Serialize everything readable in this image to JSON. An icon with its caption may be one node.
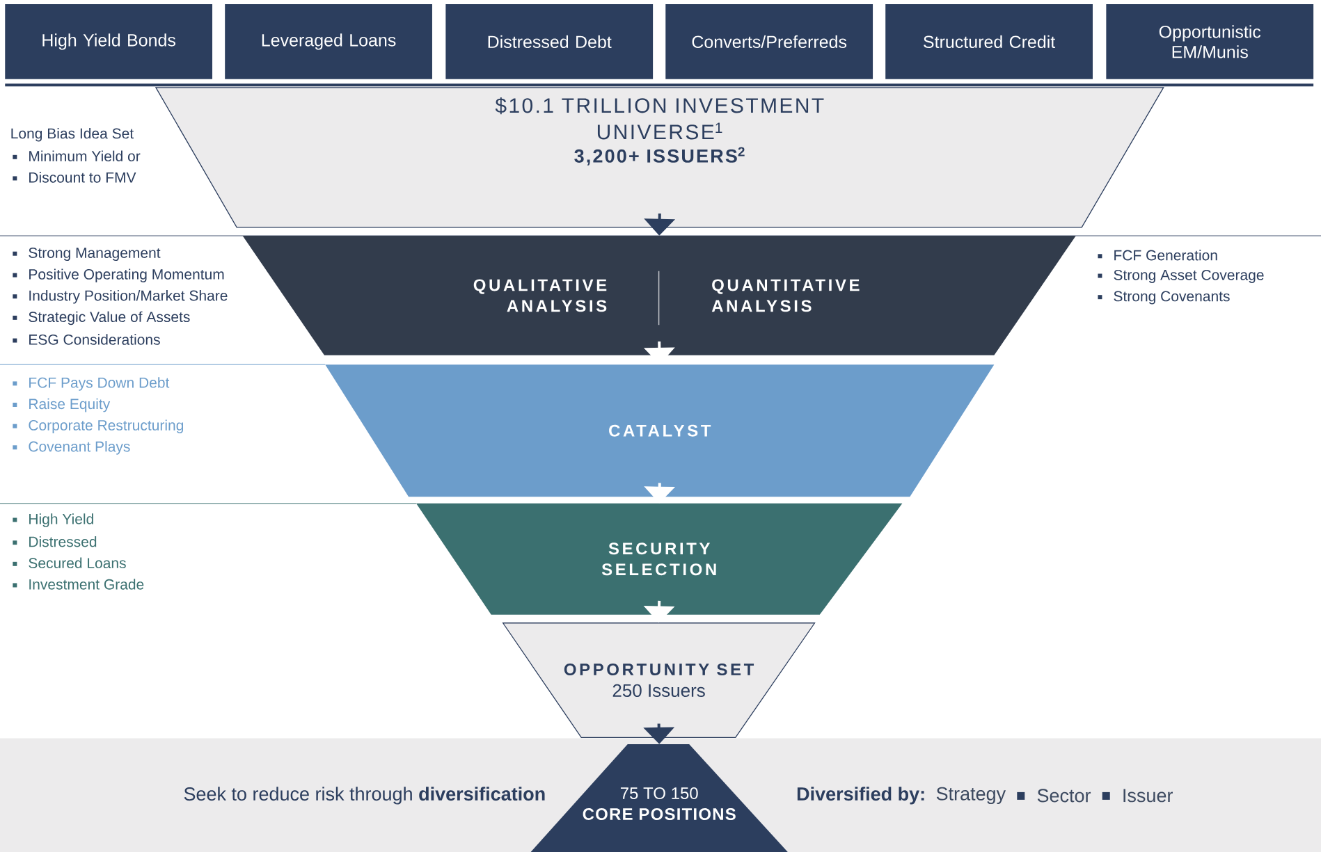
{
  "diagram": {
    "nodes": [
      {
        "text": [
          "High Yield Bonds"
        ]
      },
      {
        "text": [
          "Leveraged Loans"
        ]
      },
      {
        "text": [
          "Distressed Debt"
        ]
      },
      {
        "text": [
          "Converts/Preferreds"
        ]
      },
      {
        "text": [
          "Structured Credit"
        ]
      },
      {
        "text": [
          "Opportunistic EM/Munis"
        ]
      },
      {
        "text": [
          "$10.1 TRILLION INVESTMENT UNIVERSE$^{1}$",
          "3,200+ ISSUERS$^{2}$"
        ],
        "beside": [
          "Long Bias Idea Set",
          "Minimum Yield or",
          "Discount to FMV"
        ]
      },
      {
        "text": [
          "QUALITATIVE ANALYSIS",
          "QUANTITATIVE ANALYSIS"
        ],
        "beside": [
          "Strong Management",
          "Positive Operating Momentum",
          "Industry Position/Market Share",
          "Strategic Value of Assets",
          "ESG Considerations",
          "FCF Generation",
          "Strong Asset Coverage",
          "Strong Covenants"
        ]
      },
      {
        "text": [
          "CATALYST"
        ],
        "beside": [
          "FCF Pays Down Debt",
          "Raise Equity",
          "Corporate Restructuring",
          "Covenant Plays"
        ]
      },
      {
        "text": [
          "SECURITY SELECTION"
        ],
        "beside": [
          "High Yield",
          "Distressed",
          "Secured Loans",
          "Investment Grade"
        ]
      },
      {
        "text": [
          "OPPORTUNITY SET",
          "250 Issuers"
        ]
      },
      {
        "text": [
          "75 TO 150",
          "CORE POSITIONS"
        ]
      }
    ],
    "edges": [
      {
        "from": 6,
        "to": 7,
        "arrow": "to",
        "color": "#2c3e5e"
      },
      {
        "from": 7,
        "to": 8,
        "arrow": "to"
      },
      {
        "from": 8,
        "to": 9,
        "arrow": "to"
      },
      {
        "from": 9,
        "to": 10,
        "arrow": "to"
      },
      {
        "from": 10,
        "to": 11,
        "arrow": "to",
        "color": "#2c3e5e"
      }
    ],
    "labels": [
      "Seek to reduce risk through **diversification**",
      "Diversified by:",
      "Strategy",
      "Sector",
      "Issuer"
    ]
  }
}
